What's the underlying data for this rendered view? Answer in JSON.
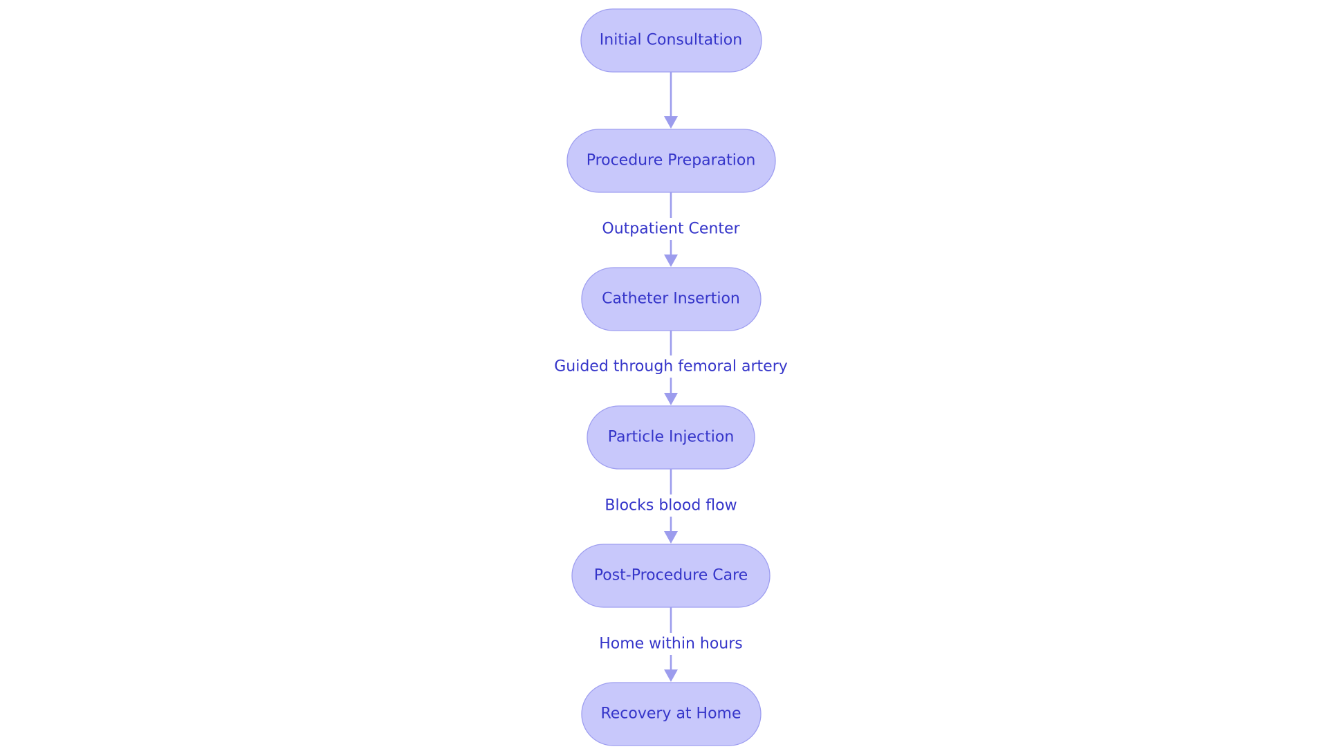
{
  "diagram": {
    "type": "flowchart",
    "direction": "top-to-bottom",
    "colors": {
      "node_fill": "#c8c8fb",
      "node_stroke": "#9e9ef0",
      "edge": "#9c9ced",
      "text": "#3434c9",
      "background": "#ffffff"
    },
    "nodes": [
      {
        "id": "initial-consultation",
        "label": "Initial Consultation"
      },
      {
        "id": "procedure-preparation",
        "label": "Procedure Preparation"
      },
      {
        "id": "catheter-insertion",
        "label": "Catheter Insertion"
      },
      {
        "id": "particle-injection",
        "label": "Particle Injection"
      },
      {
        "id": "post-procedure-care",
        "label": "Post-Procedure Care"
      },
      {
        "id": "recovery-at-home",
        "label": "Recovery at Home"
      }
    ],
    "edges": [
      {
        "from": "initial-consultation",
        "to": "procedure-preparation",
        "label": ""
      },
      {
        "from": "procedure-preparation",
        "to": "catheter-insertion",
        "label": "Outpatient Center"
      },
      {
        "from": "catheter-insertion",
        "to": "particle-injection",
        "label": "Guided through femoral artery"
      },
      {
        "from": "particle-injection",
        "to": "post-procedure-care",
        "label": "Blocks blood flow"
      },
      {
        "from": "post-procedure-care",
        "to": "recovery-at-home",
        "label": "Home within hours"
      }
    ]
  }
}
